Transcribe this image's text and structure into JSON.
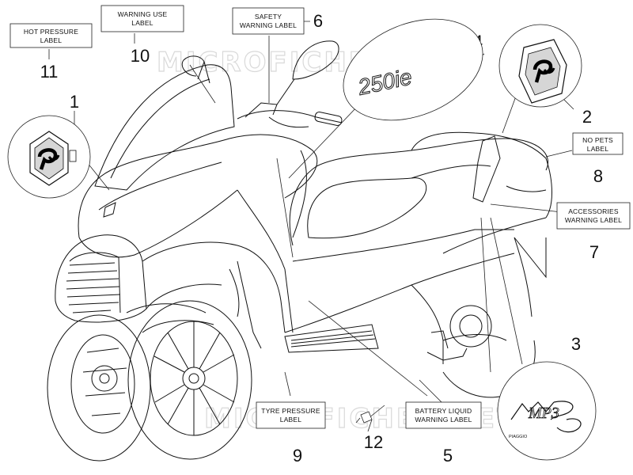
{
  "watermark": "MICROFICHES.NET",
  "callouts": [
    {
      "num": "1",
      "lines": []
    },
    {
      "num": "2",
      "lines": []
    },
    {
      "num": "3",
      "lines": []
    },
    {
      "num": "4",
      "lines": []
    },
    {
      "num": "5",
      "lines": [
        "BATTERY LIQUID",
        "WARNING LABEL"
      ]
    },
    {
      "num": "6",
      "lines": [
        "SAFETY",
        "WARNING LABEL"
      ]
    },
    {
      "num": "7",
      "lines": [
        "ACCESSORIES",
        "WARNING LABEL"
      ]
    },
    {
      "num": "8",
      "lines": [
        "NO PETS",
        "LABEL"
      ]
    },
    {
      "num": "9",
      "lines": [
        "TYRE PRESSURE",
        "LABEL"
      ]
    },
    {
      "num": "10",
      "lines": [
        "WARNING USE",
        "LABEL"
      ]
    },
    {
      "num": "11",
      "lines": [
        "HOT PRESSURE",
        "LABEL"
      ]
    },
    {
      "num": "12",
      "lines": []
    }
  ],
  "decals": {
    "model_badge_text": "250ie",
    "mp3_text": "MP3",
    "brand_text": "PIAGGIO"
  },
  "icons": [
    "piaggio-emblem-icon",
    "scooter-drawing"
  ]
}
